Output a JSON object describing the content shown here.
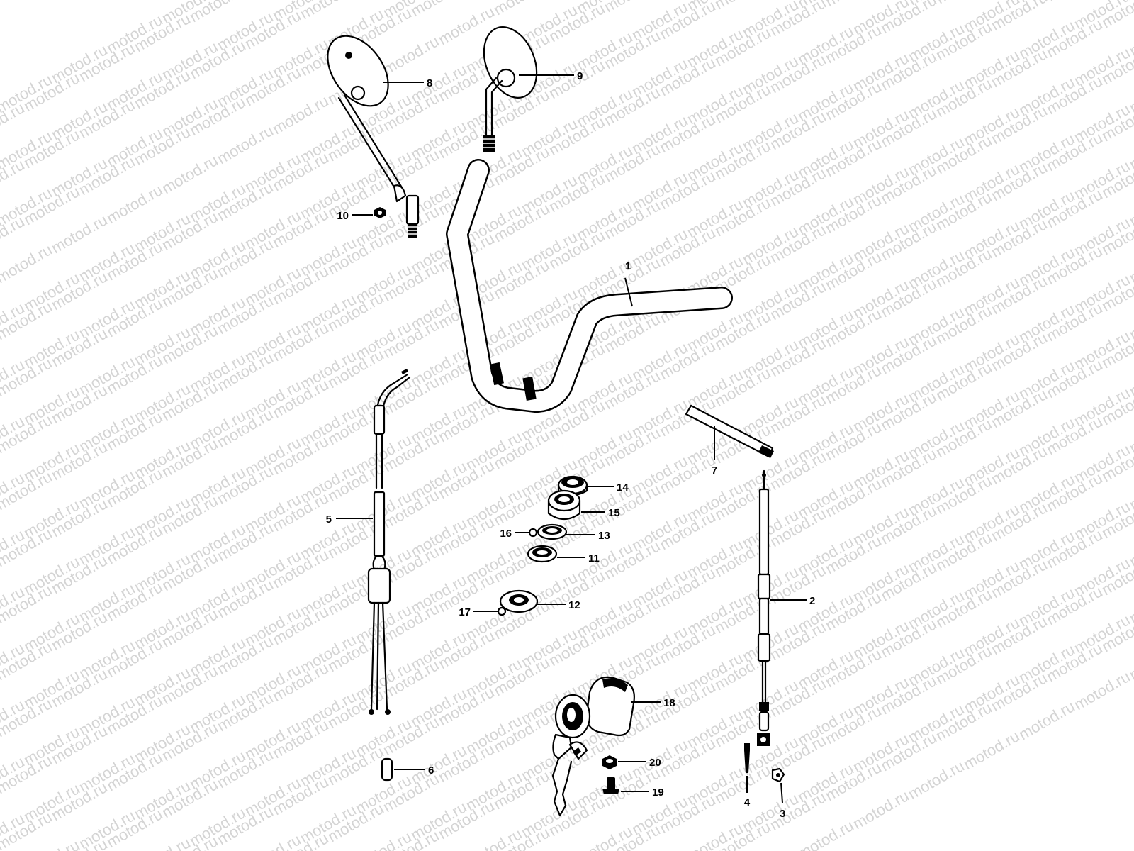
{
  "watermark": {
    "text": "motod.ru",
    "color": "#d4d4d4"
  },
  "callouts": [
    {
      "id": "1",
      "label": "1",
      "part": "handlebar"
    },
    {
      "id": "2",
      "label": "2",
      "part": "clutch-cable"
    },
    {
      "id": "3",
      "label": "3",
      "part": "cable-clip"
    },
    {
      "id": "4",
      "label": "4",
      "part": "cable-pin"
    },
    {
      "id": "5",
      "label": "5",
      "part": "throttle-cable"
    },
    {
      "id": "6",
      "label": "6",
      "part": "cable-end-cap"
    },
    {
      "id": "7",
      "label": "7",
      "part": "weight-rod"
    },
    {
      "id": "8",
      "label": "8",
      "part": "left-mirror"
    },
    {
      "id": "9",
      "label": "9",
      "part": "right-mirror"
    },
    {
      "id": "10",
      "label": "10",
      "part": "mirror-nut"
    },
    {
      "id": "11",
      "label": "11",
      "part": "washer"
    },
    {
      "id": "12",
      "label": "12",
      "part": "grommet"
    },
    {
      "id": "13",
      "label": "13",
      "part": "seal-ring"
    },
    {
      "id": "14",
      "label": "14",
      "part": "cap"
    },
    {
      "id": "15",
      "label": "15",
      "part": "bushing"
    },
    {
      "id": "16",
      "label": "16",
      "part": "small-ball"
    },
    {
      "id": "17",
      "label": "17",
      "part": "small-ball-2"
    },
    {
      "id": "18",
      "label": "18",
      "part": "ignition-switch"
    },
    {
      "id": "19",
      "label": "19",
      "part": "bolt"
    },
    {
      "id": "20",
      "label": "20",
      "part": "nut"
    }
  ]
}
